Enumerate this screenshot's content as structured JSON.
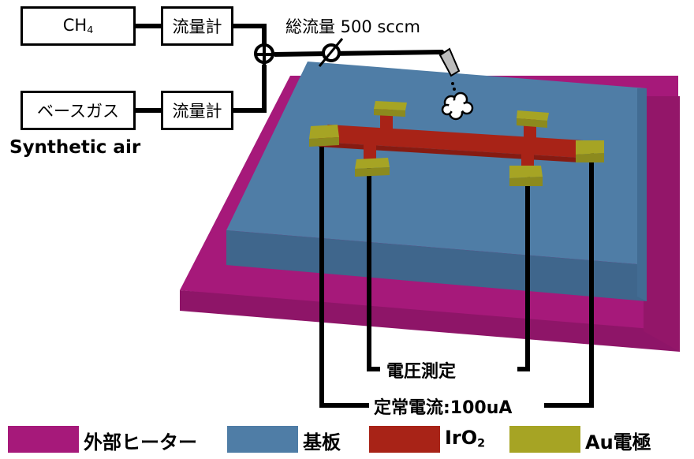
{
  "gas_system": {
    "ch4_box": {
      "text": "CH",
      "sub": "4"
    },
    "base_gas_box": "ベースガス",
    "flow_meter_top": "流量計",
    "flow_meter_bottom": "流量計",
    "total_flow": "総流量 500 sccm",
    "synthetic_air": "Synthetic air"
  },
  "measurement": {
    "voltage": "電圧測定",
    "current": "定常電流:100uA"
  },
  "legend": [
    {
      "label": "外部ヒーター",
      "color": "#A6197A"
    },
    {
      "label": "基板",
      "color": "#4F7DA6"
    },
    {
      "label": "IrO",
      "sub": "2",
      "color": "#A82317"
    },
    {
      "label": "Au電極",
      "color": "#A6A424"
    }
  ],
  "colors": {
    "heater_top": "#A6197A",
    "heater_side": "#8E1568",
    "substrate_top": "#4F7DA6",
    "substrate_side": "#3F668C",
    "iro2": "#A82317",
    "au": "#A6A424",
    "au_shade": "#8C8A1E"
  }
}
